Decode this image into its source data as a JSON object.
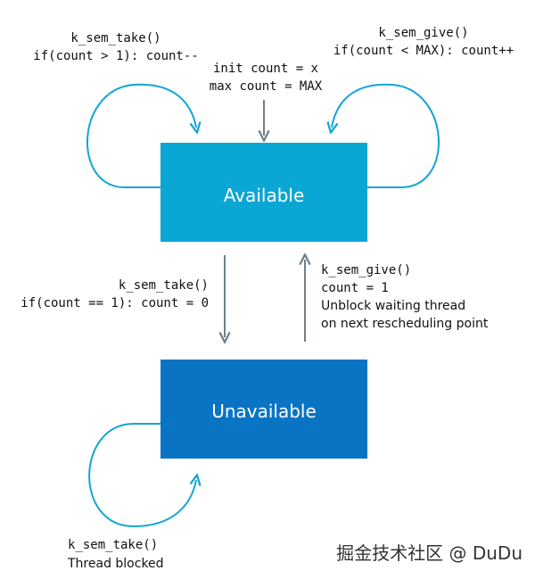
{
  "colors": {
    "available_box": "#0aa6d4",
    "unavailable_box": "#0a74c4",
    "arrow_gray": "#6f7f8a",
    "loop_blue": "#12a5d6",
    "text": "#111111"
  },
  "states": {
    "available": "Available",
    "unavailable": "Unavailable"
  },
  "annotations": {
    "take_loop_available": {
      "line1": "k_sem_take()",
      "line2": "if(count > 1): count--"
    },
    "give_loop_available": {
      "line1": "k_sem_give()",
      "line2": "if(count < MAX): count++"
    },
    "init": {
      "line1": "init count = x",
      "line2": "max count = MAX"
    },
    "take_transition": {
      "line1": "k_sem_take()",
      "line2": "if(count == 1): count = 0"
    },
    "give_transition": {
      "line1": "k_sem_give()",
      "line2": "count = 1",
      "line3": "Unblock waiting thread",
      "line4": "on next rescheduling point"
    },
    "take_loop_unavailable": {
      "line1": "k_sem_take()",
      "line2": "Thread blocked"
    }
  },
  "watermark": "掘金技术社区 @ DuDu"
}
